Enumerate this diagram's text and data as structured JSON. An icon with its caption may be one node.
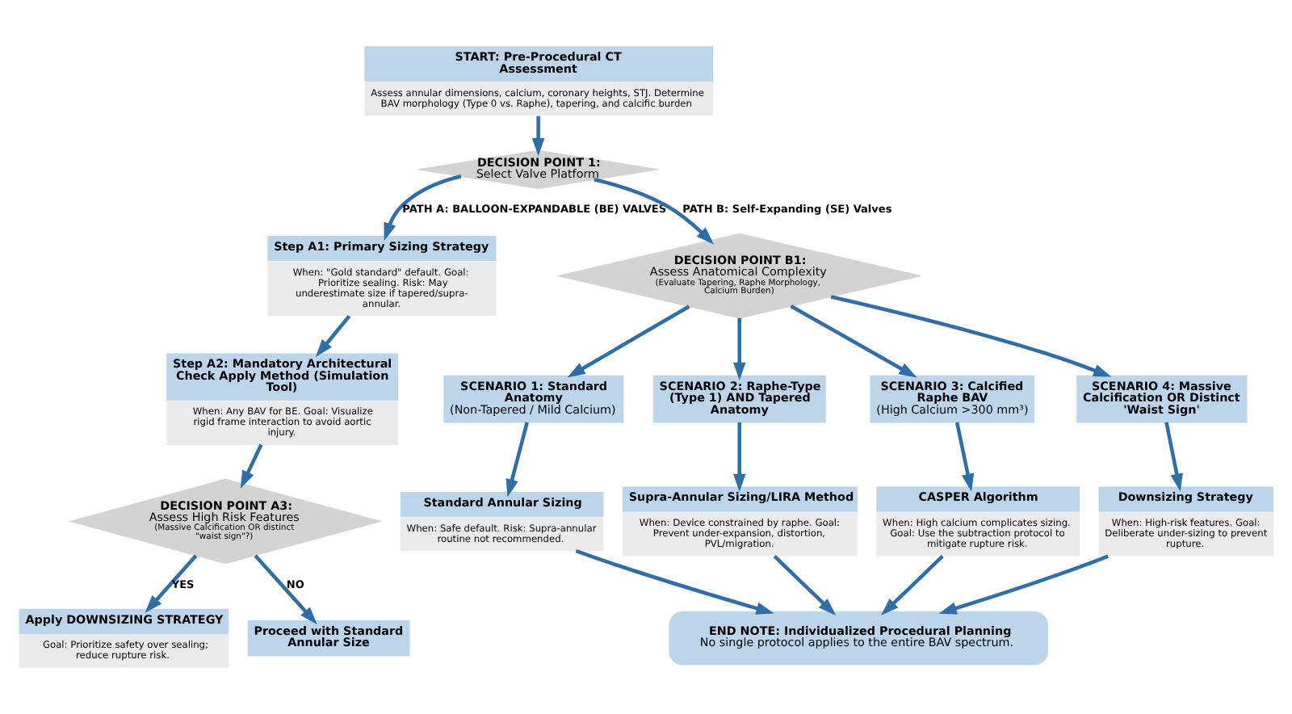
{
  "diagram": {
    "nodes": [
      {
        "text": [
          "START: Pre-Procedural CT Assessment",
          "Assess annular dimensions, calcium, coronary heights, STJ. Determine BAV morphology (Type 0 vs. Raphe), tapering, and calcific burden"
        ]
      },
      {
        "text": [
          "DECISION POINT 1:",
          "Select Valve Platform"
        ]
      },
      {
        "text": [
          "Step A1: Primary Sizing Strategy",
          "When: \"Gold standard\" default. Goal: Prioritize sealing. Risk: May underestimate size if tapered/supra-annular."
        ]
      },
      {
        "text": [
          "Step A2: Mandatory Architectural Check Apply Method (Simulation Tool)",
          "When: Any BAV for BE. Goal: Visualize rigid frame interaction to avoid aortic injury."
        ]
      },
      {
        "text": [
          "DECISION POINT A3:",
          "Assess High Risk Features",
          "(Massive Calcification OR distinct \"waist sign\"?)"
        ]
      },
      {
        "text": [
          "Apply DOWNSIZING STRATEGY",
          "Goal: Prioritize safety over sealing; reduce rupture risk."
        ]
      },
      {
        "text": [
          "Proceed with Standard Annular Size"
        ]
      },
      {
        "text": [
          "DECISION POINT B1:",
          "Assess Anatomical Complexity",
          "(Evaluate Tapering, Raphe Morphology, Calcium Burden)"
        ]
      },
      {
        "text": [
          "SCENARIO 1: Standard Anatomy",
          "(Non-Tapered / Mild Calcium)"
        ]
      },
      {
        "text": [
          "SCENARIO 2: Raphe-Type (Type 1) AND Tapered Anatomy"
        ]
      },
      {
        "text": [
          "SCENARIO 3: Calcified Raphe BAV",
          "(High Calcium >300 mm³)"
        ]
      },
      {
        "text": [
          "SCENARIO 4: Massive Calcification OR Distinct 'Waist Sign'"
        ]
      },
      {
        "text": [
          "Standard Annular Sizing",
          "When: Safe default. Risk: Supra-annular routine not recommended."
        ]
      },
      {
        "text": [
          "Supra-Annular Sizing/LIRA Method",
          "When: Device constrained by raphe. Goal: Prevent under-expansion, distortion, PVL/migration."
        ]
      },
      {
        "text": [
          "CASPER Algorithm",
          "When: High calcium complicates sizing. Goal: Use the subtraction protocol to mitigate rupture risk."
        ]
      },
      {
        "text": [
          "Downsizing Strategy",
          "When: High-risk features. Goal: Deliberate under-sizing to prevent rupture."
        ]
      },
      {
        "text": [
          "END NOTE: Individualized Procedural Planning",
          "No single protocol applies to the entire BAV spectrum."
        ]
      }
    ],
    "edges": [
      {
        "from": 0,
        "to": 1,
        "arrow": "to"
      },
      {
        "from": 1,
        "to": 2,
        "arrow": "to",
        "label": "PATH A: BALLOON-EXPANDABLE (BE) VALVES"
      },
      {
        "from": 1,
        "to": 7,
        "arrow": "to",
        "label": "PATH B: Self-Expanding (SE) Valves"
      },
      {
        "from": 2,
        "to": 3,
        "arrow": "to"
      },
      {
        "from": 3,
        "to": 4,
        "arrow": "to"
      },
      {
        "from": 4,
        "to": 5,
        "arrow": "to",
        "label": "YES"
      },
      {
        "from": 4,
        "to": 6,
        "arrow": "to",
        "label": "NO"
      },
      {
        "from": 7,
        "to": 8,
        "arrow": "to"
      },
      {
        "from": 7,
        "to": 9,
        "arrow": "to"
      },
      {
        "from": 7,
        "to": 10,
        "arrow": "to"
      },
      {
        "from": 7,
        "to": 11,
        "arrow": "to"
      },
      {
        "from": 8,
        "to": 12,
        "arrow": "to"
      },
      {
        "from": 9,
        "to": 13,
        "arrow": "to"
      },
      {
        "from": 10,
        "to": 14,
        "arrow": "to"
      },
      {
        "from": 11,
        "to": 15,
        "arrow": "to"
      },
      {
        "from": 12,
        "to": 16,
        "arrow": "to"
      },
      {
        "from": 13,
        "to": 16,
        "arrow": "to"
      },
      {
        "from": 14,
        "to": 16,
        "arrow": "to"
      },
      {
        "from": 15,
        "to": 16,
        "arrow": "to"
      }
    ]
  }
}
